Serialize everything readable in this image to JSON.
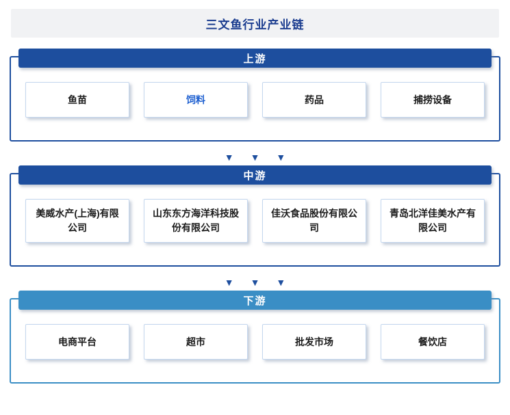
{
  "title": "三文鱼行业产业链",
  "colors": {
    "primary_blue": "#1d4e9e",
    "downstream_blue": "#3a8ec5",
    "title_text": "#1a3c8f",
    "title_background": "#f1f2f4",
    "card_border": "#c3d6ee",
    "card_text": "#1a1a1a",
    "highlight_text": "#1d5fd0"
  },
  "arrow": {
    "glyph": "▼",
    "count": 3
  },
  "sections": [
    {
      "id": "upstream",
      "label": "上游",
      "items": [
        {
          "label": "鱼苗"
        },
        {
          "label": "饲料"
        },
        {
          "label": "药品"
        },
        {
          "label": "捕捞设备"
        }
      ]
    },
    {
      "id": "midstream",
      "label": "中游",
      "items": [
        {
          "label": "美威水产(上海)有限公司"
        },
        {
          "label": "山东东方海洋科技股份有限公司"
        },
        {
          "label": "佳沃食品股份有限公司"
        },
        {
          "label": "青岛北洋佳美水产有限公司"
        }
      ]
    },
    {
      "id": "downstream",
      "label": "下游",
      "items": [
        {
          "label": "电商平台"
        },
        {
          "label": "超市"
        },
        {
          "label": "批发市场"
        },
        {
          "label": "餐饮店"
        }
      ]
    }
  ]
}
